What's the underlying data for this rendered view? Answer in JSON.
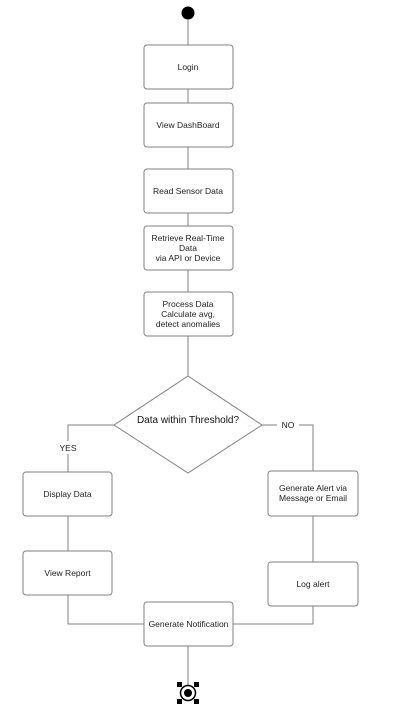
{
  "diagram": {
    "type": "activity-flowchart",
    "nodes": {
      "login": [
        "Login"
      ],
      "view_dashboard": [
        "View DashBoard"
      ],
      "read_sensor": [
        "Read Sensor Data"
      ],
      "retrieve": [
        "Retrieve Real-Time",
        "Data",
        "via API or Device"
      ],
      "process": [
        "Process Data",
        "Calculate avg,",
        "detect anomalies"
      ],
      "decision": [
        "Data within Threshold?"
      ],
      "display": [
        "Display Data"
      ],
      "view_report": [
        "View Report"
      ],
      "generate_alert": [
        "Generate Alert via",
        "Message or Email"
      ],
      "log_alert": [
        "Log alert"
      ],
      "generate_notification": [
        "Generate Notification"
      ]
    },
    "edge_labels": {
      "yes": "YES",
      "no": "NO"
    },
    "colors": {
      "line": "#808080",
      "box_fill": "#ffffff",
      "start_fill": "#000000",
      "text": "#222222"
    }
  }
}
